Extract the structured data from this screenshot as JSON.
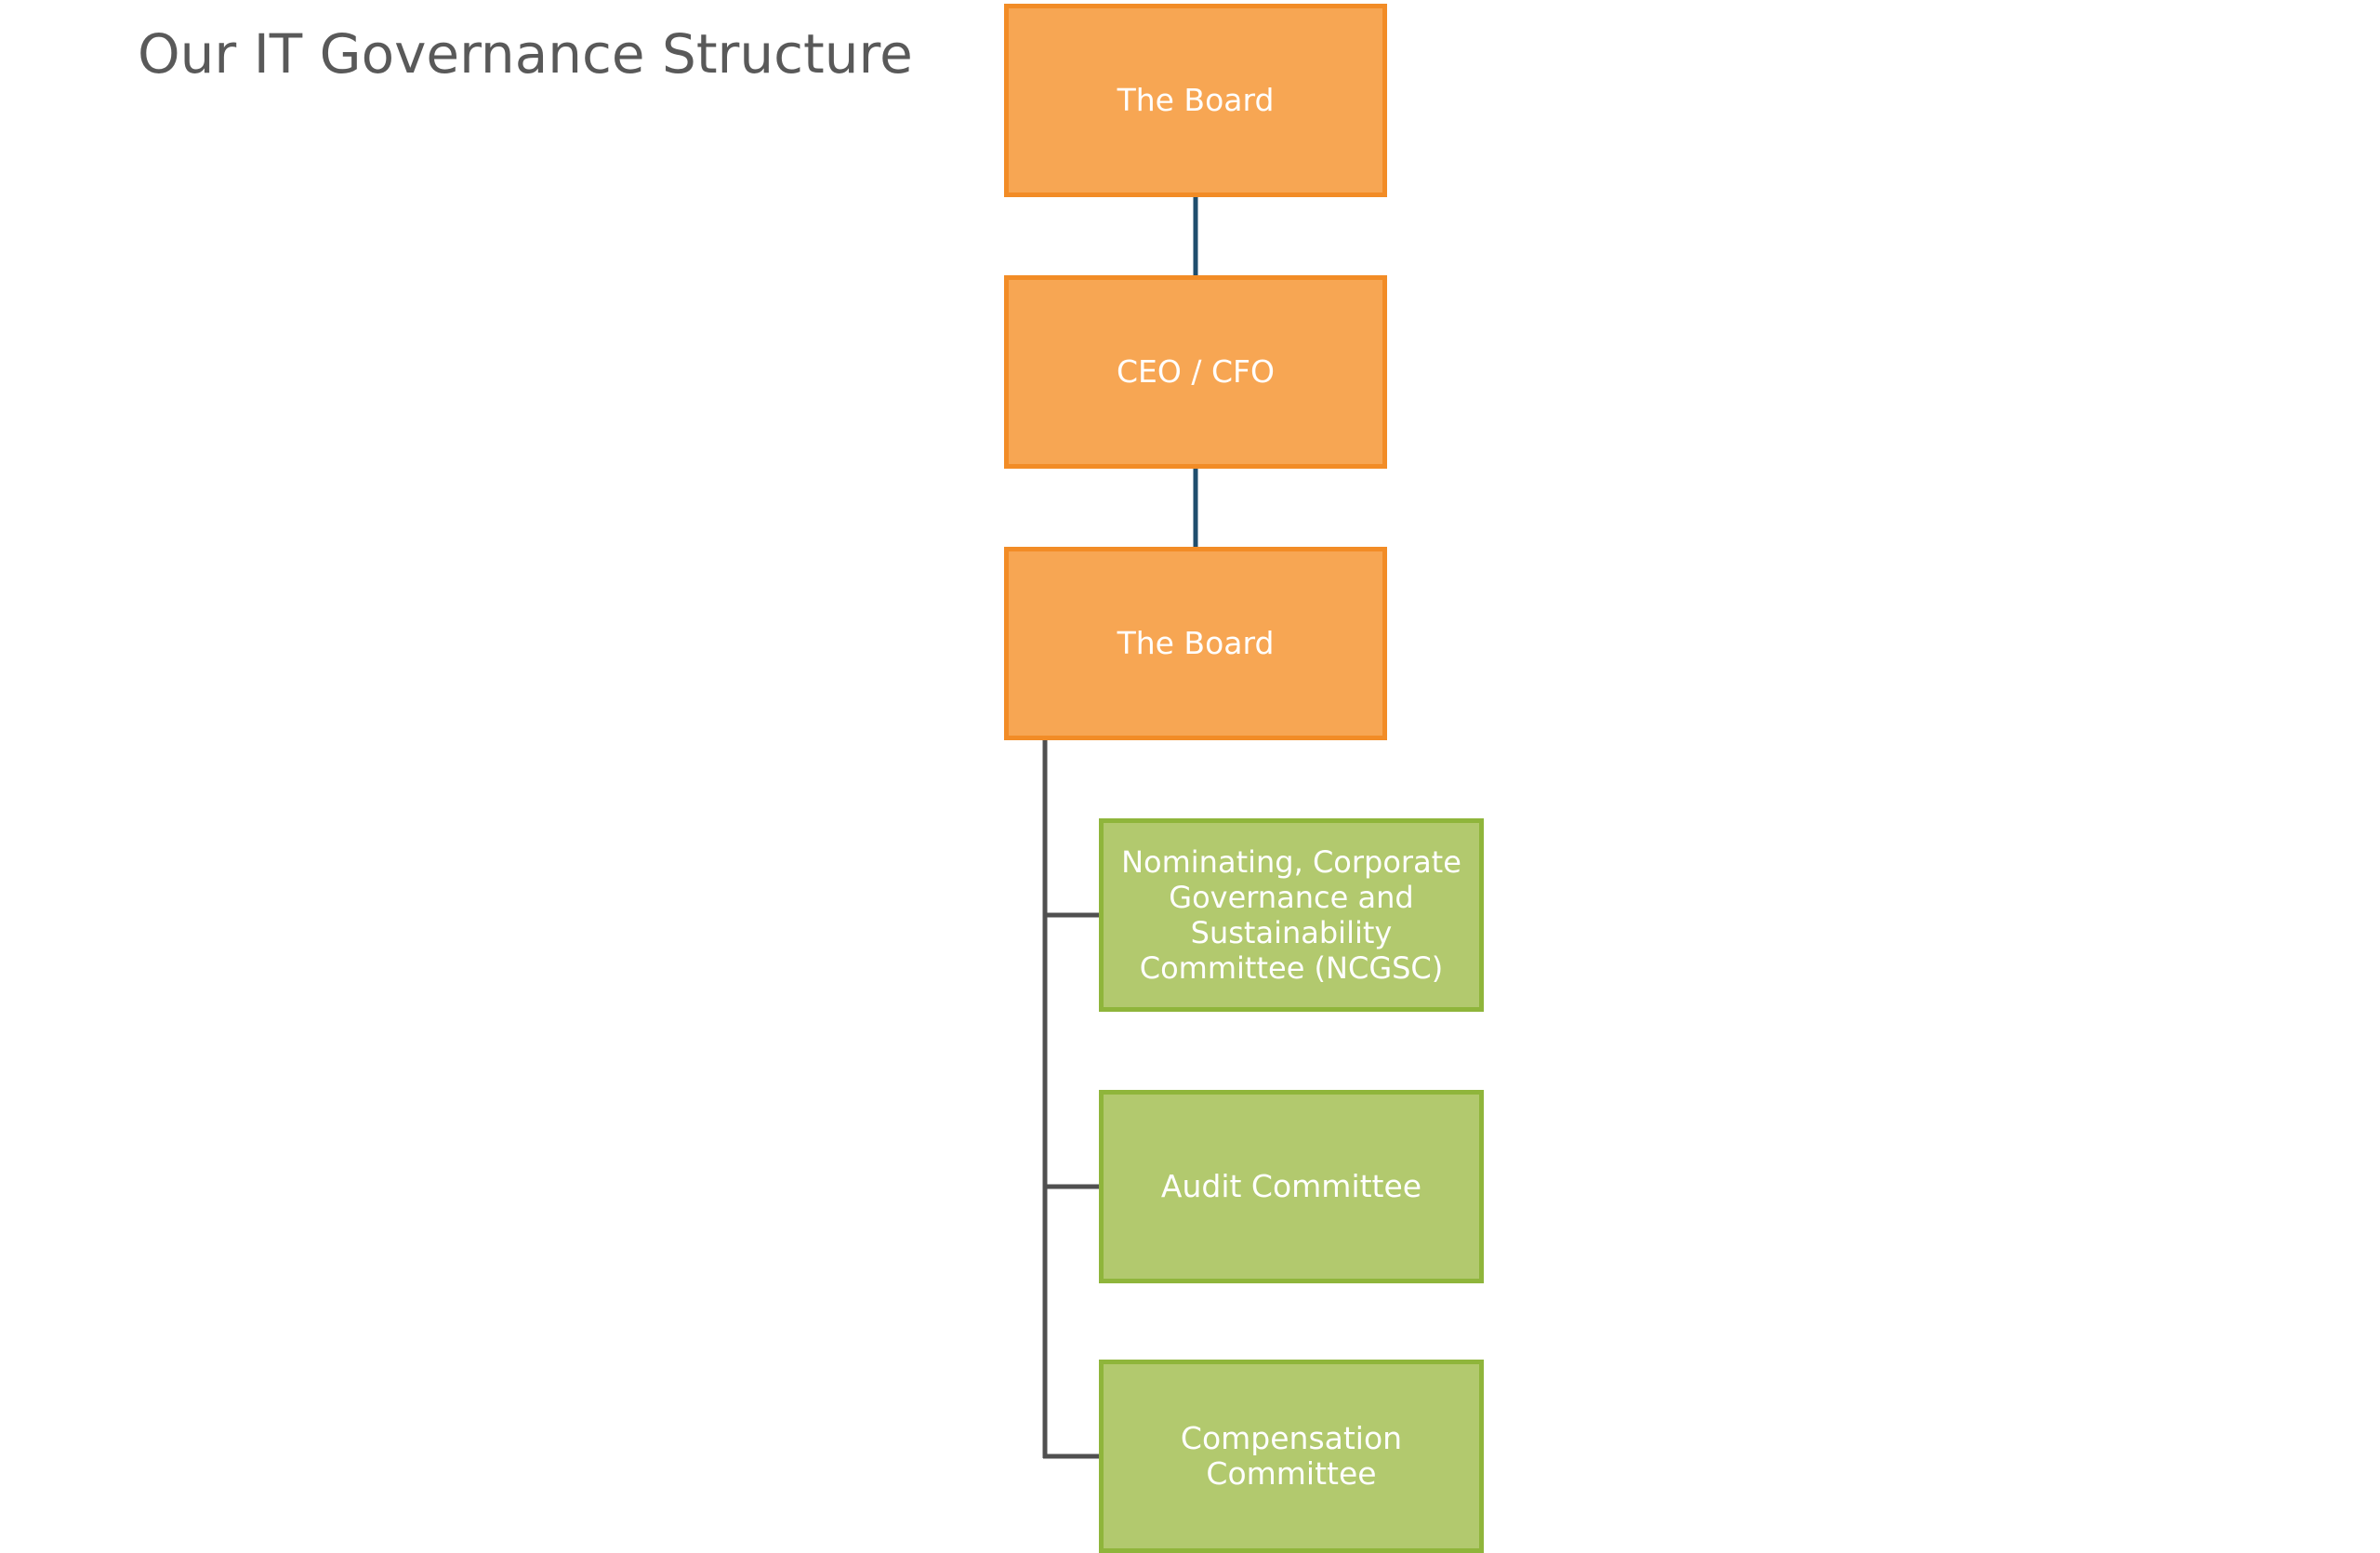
{
  "title": "Our IT Governance Structure",
  "colors": {
    "title_text": "#595959",
    "leader_fill": "#f7a653",
    "leader_border": "#f28c26",
    "committee_fill": "#b2c96e",
    "committee_border": "#8fb53b",
    "top_connector": "#1f4e6e",
    "branch_connector": "#505050"
  },
  "hierarchy": [
    {
      "label": "The Board"
    },
    {
      "label": "CEO / CFO"
    },
    {
      "label": "The Board"
    }
  ],
  "committees": [
    {
      "label": "Nominating, Corporate Governance and Sustainability Committee (NCGSC)"
    },
    {
      "label": "Audit Committee"
    },
    {
      "label": "Compensation Committee"
    }
  ]
}
